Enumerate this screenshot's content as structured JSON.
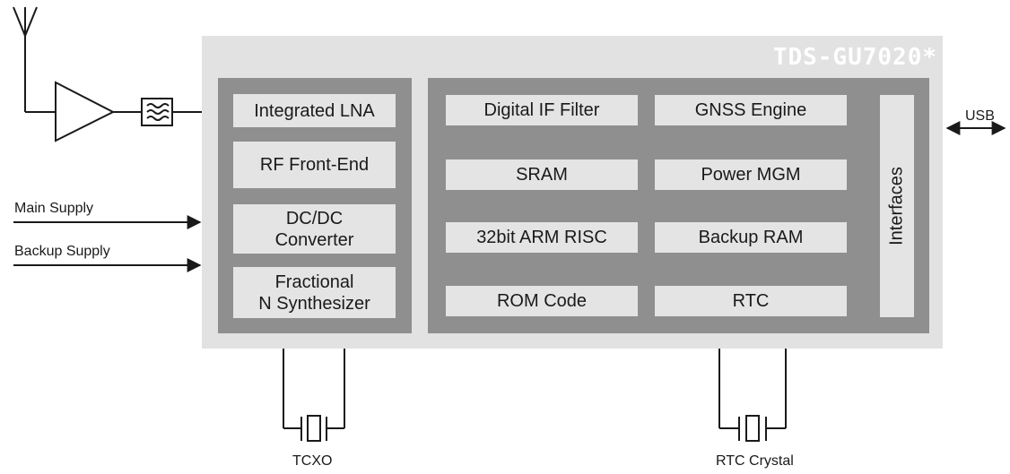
{
  "chip": {
    "title": "TDS-GU7020*"
  },
  "left_panel": {
    "blocks": [
      "Integrated LNA",
      "RF Front-End",
      "DC/DC\nConverter",
      "Fractional\nN Synthesizer"
    ]
  },
  "core_panel": {
    "blocks": [
      "Digital IF Filter",
      "GNSS Engine",
      "SRAM",
      "Power MGM",
      "32bit ARM RISC",
      "Backup RAM",
      "ROM Code",
      "RTC"
    ],
    "interfaces_label": "Interfaces"
  },
  "external": {
    "usb": "USB",
    "main_supply": "Main Supply",
    "backup_supply": "Backup Supply",
    "tcxo": "TCXO",
    "rtc_crystal": "RTC Crystal"
  }
}
